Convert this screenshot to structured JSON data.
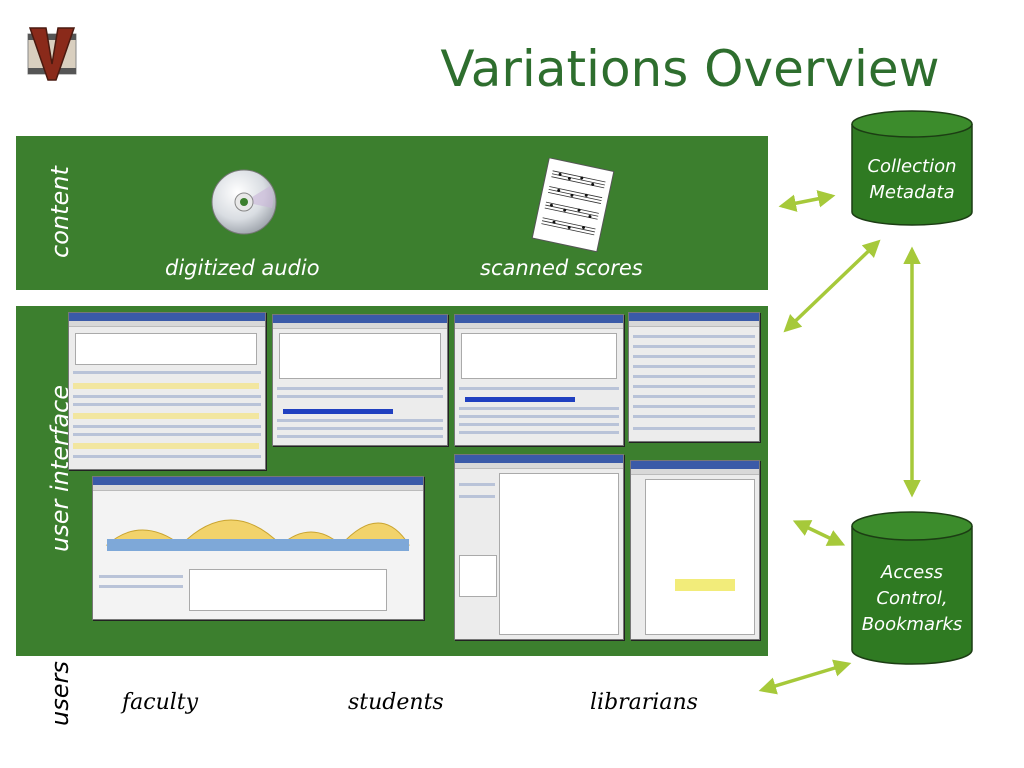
{
  "title": "Variations Overview",
  "logo_icon": "variations-v-logo-icon",
  "sections": {
    "content": "content",
    "user_interface": "user interface",
    "users": "users"
  },
  "content_items": {
    "audio": "digitized audio",
    "scores": "scanned scores"
  },
  "users": [
    "faculty",
    "students",
    "librarians"
  ],
  "databases": {
    "collection_line1": "Collection",
    "collection_line2": "Metadata",
    "access_line1": "Access",
    "access_line2": "Control,",
    "access_line3": "Bookmarks"
  },
  "colors": {
    "band_green": "#3c7f2e",
    "title_green": "#2e6e2e",
    "cylinder_green": "#2f7a22",
    "arrow_green": "#a6c93a"
  }
}
